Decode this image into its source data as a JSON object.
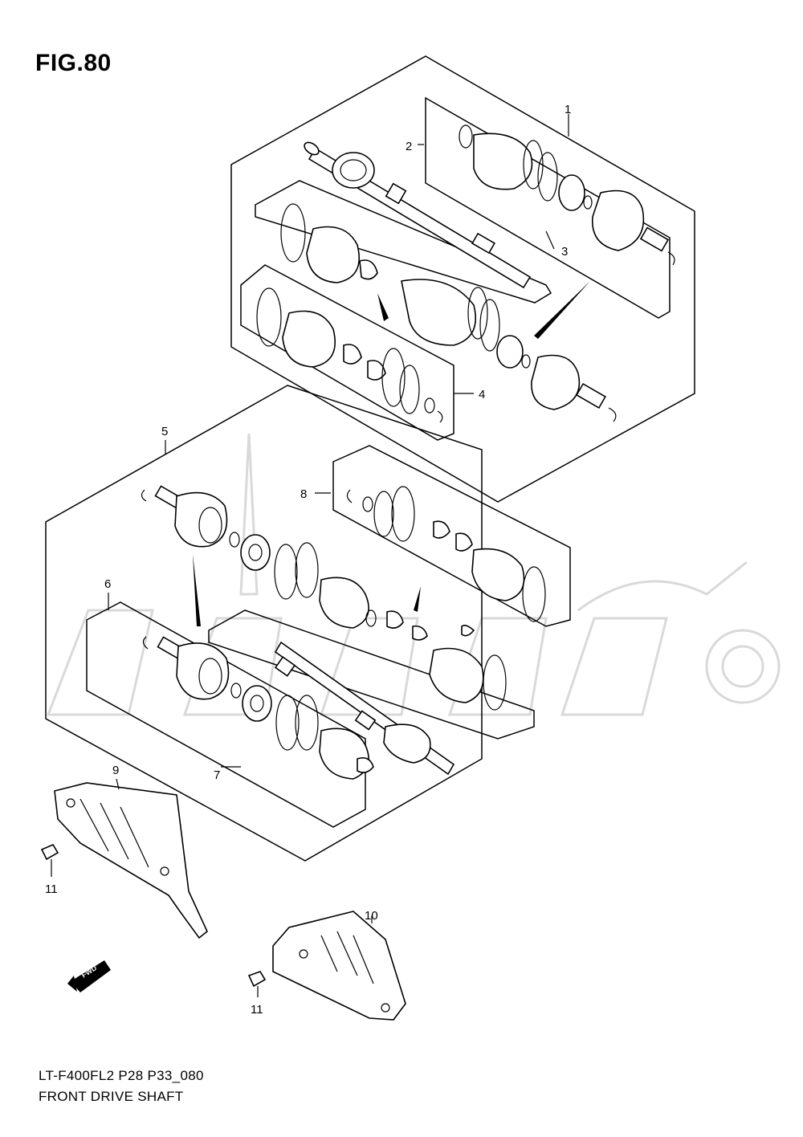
{
  "figure": {
    "title": "FIG.80",
    "footer_model": "LT-F400FL2 P28 P33_080",
    "footer_name": "FRONT DRIVE SHAFT"
  },
  "callouts": {
    "c1": "1",
    "c2": "2",
    "c3": "3",
    "c4": "4",
    "c5": "5",
    "c6": "6",
    "c7": "7",
    "c8": "8",
    "c9": "9",
    "c10": "10",
    "c11a": "11",
    "c11b": "11"
  },
  "fwd_label": "FWD",
  "colors": {
    "line": "#000000",
    "background": "#ffffff",
    "watermark": "#d9d9d9"
  }
}
